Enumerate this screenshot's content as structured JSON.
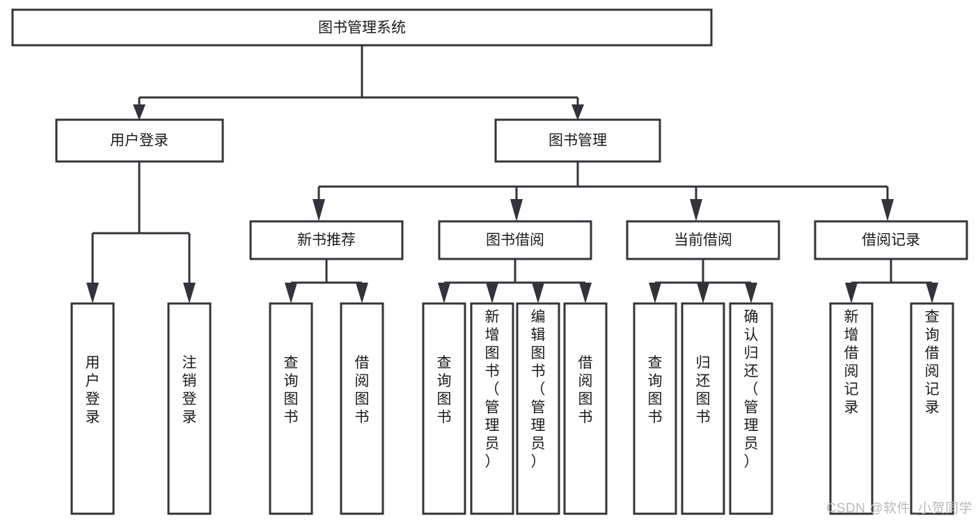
{
  "diagram": {
    "type": "tree-hierarchy",
    "title": "图书管理系统",
    "watermark": "CSDN @软件_小贺同学",
    "colors": {
      "stroke": "#33333a",
      "box_fill": "#ffffff",
      "text": "#1a1a1a",
      "watermark": "#b9b9bd",
      "background": "#ffffff"
    },
    "root": {
      "id": "root",
      "label": "图书管理系统",
      "orientation": "horizontal"
    },
    "level2": [
      {
        "id": "user-login",
        "label": "用户登录",
        "orientation": "horizontal"
      },
      {
        "id": "book-management",
        "label": "图书管理",
        "orientation": "horizontal"
      }
    ],
    "level3": [
      {
        "id": "new-book-recommend",
        "label": "新书推荐",
        "orientation": "horizontal",
        "parent": "book-management"
      },
      {
        "id": "book-borrow",
        "label": "图书借阅",
        "orientation": "horizontal",
        "parent": "book-management"
      },
      {
        "id": "current-borrow",
        "label": "当前借阅",
        "orientation": "horizontal",
        "parent": "book-management"
      },
      {
        "id": "borrow-record",
        "label": "借阅记录",
        "orientation": "horizontal",
        "parent": "book-management"
      }
    ],
    "leaves": {
      "user_login": [
        {
          "id": "leaf-user-login",
          "label": "用户登录",
          "orientation": "vertical"
        },
        {
          "id": "leaf-logout",
          "label": "注销登录",
          "orientation": "vertical"
        }
      ],
      "new_book_recommend": [
        {
          "id": "leaf-query-book-1",
          "label": "查询图书",
          "orientation": "vertical"
        },
        {
          "id": "leaf-borrow-book-1",
          "label": "借阅图书",
          "orientation": "vertical"
        }
      ],
      "book_borrow": [
        {
          "id": "leaf-query-book-2",
          "label": "查询图书",
          "orientation": "vertical"
        },
        {
          "id": "leaf-add-book",
          "label": "新增图书（管理员）",
          "orientation": "vertical"
        },
        {
          "id": "leaf-edit-book",
          "label": "编辑图书（管理员）",
          "orientation": "vertical"
        },
        {
          "id": "leaf-borrow-book-2",
          "label": "借阅图书",
          "orientation": "vertical"
        }
      ],
      "current_borrow": [
        {
          "id": "leaf-query-book-3",
          "label": "查询图书",
          "orientation": "vertical"
        },
        {
          "id": "leaf-return-book",
          "label": "归还图书",
          "orientation": "vertical"
        },
        {
          "id": "leaf-confirm-return",
          "label": "确认归还（管理员）",
          "orientation": "vertical"
        }
      ],
      "borrow_record": [
        {
          "id": "leaf-add-record",
          "label": "新增借阅记录",
          "orientation": "vertical"
        },
        {
          "id": "leaf-query-record",
          "label": "查询借阅记录",
          "orientation": "vertical"
        }
      ]
    }
  }
}
